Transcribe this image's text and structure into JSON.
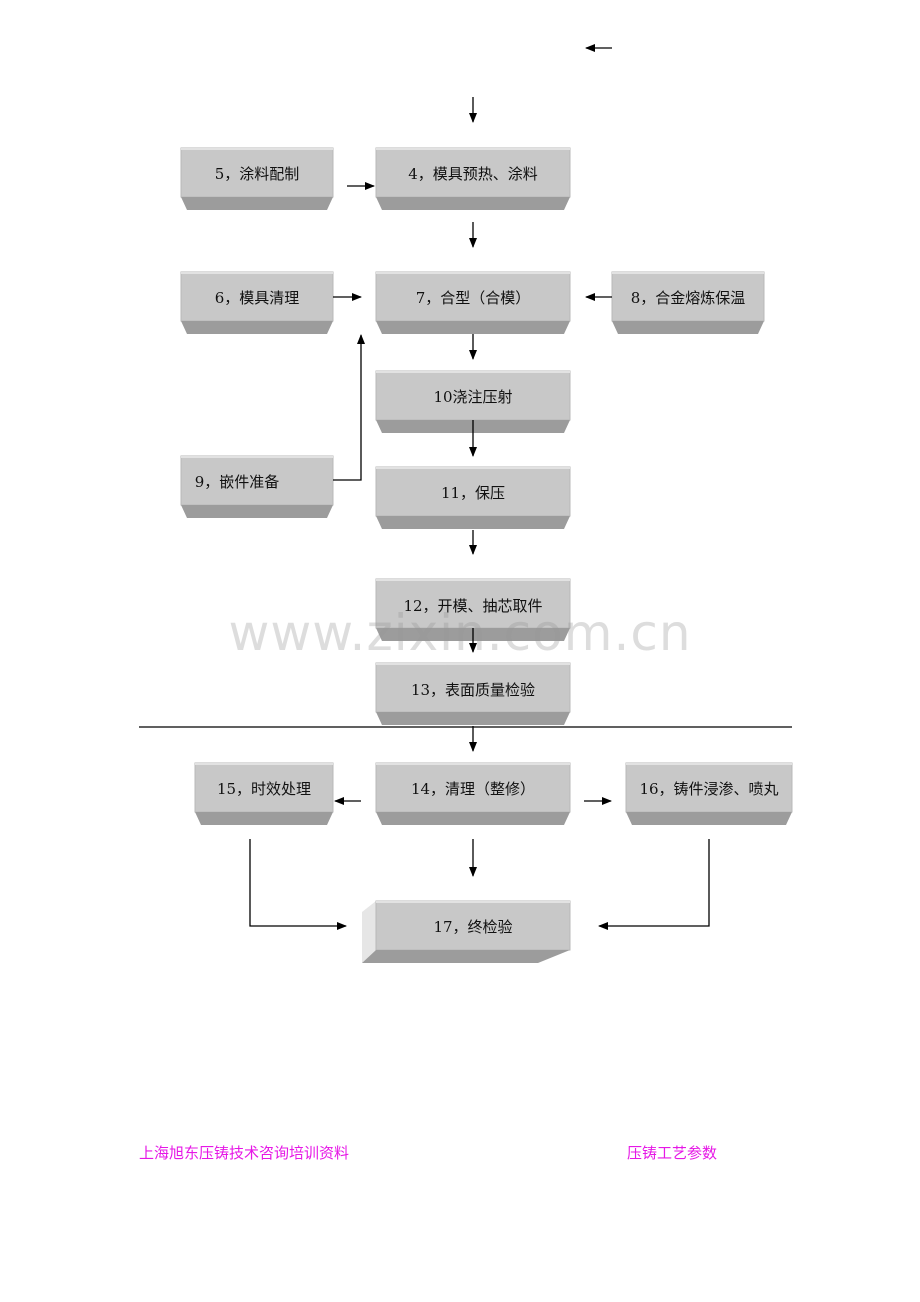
{
  "steps": {
    "s4": "4，模具预热、涂料",
    "s5": "5，涂料配制",
    "s6": "6，模具清理",
    "s7": "7，合型（合模）",
    "s8": "8，合金熔炼保温",
    "s9": "9，嵌件准备",
    "s10": "10浇注压射",
    "s11": "11，保压",
    "s12": "12，开模、抽芯取件",
    "s13": "13，表面质量检验",
    "s14": "14，清理（整修）",
    "s15": "15，时效处理",
    "s16": "16，铸件浸渗、喷丸",
    "s17": "17，终检验"
  },
  "watermark": "www.zixin.com.cn",
  "footer": {
    "left": "上海旭东压铸技术咨询培训资料",
    "right": "压铸工艺参数"
  },
  "colors": {
    "box_face": "#c8c8c8",
    "box_shadow": "#9c9c9c",
    "footer_text": "#e617e6"
  }
}
